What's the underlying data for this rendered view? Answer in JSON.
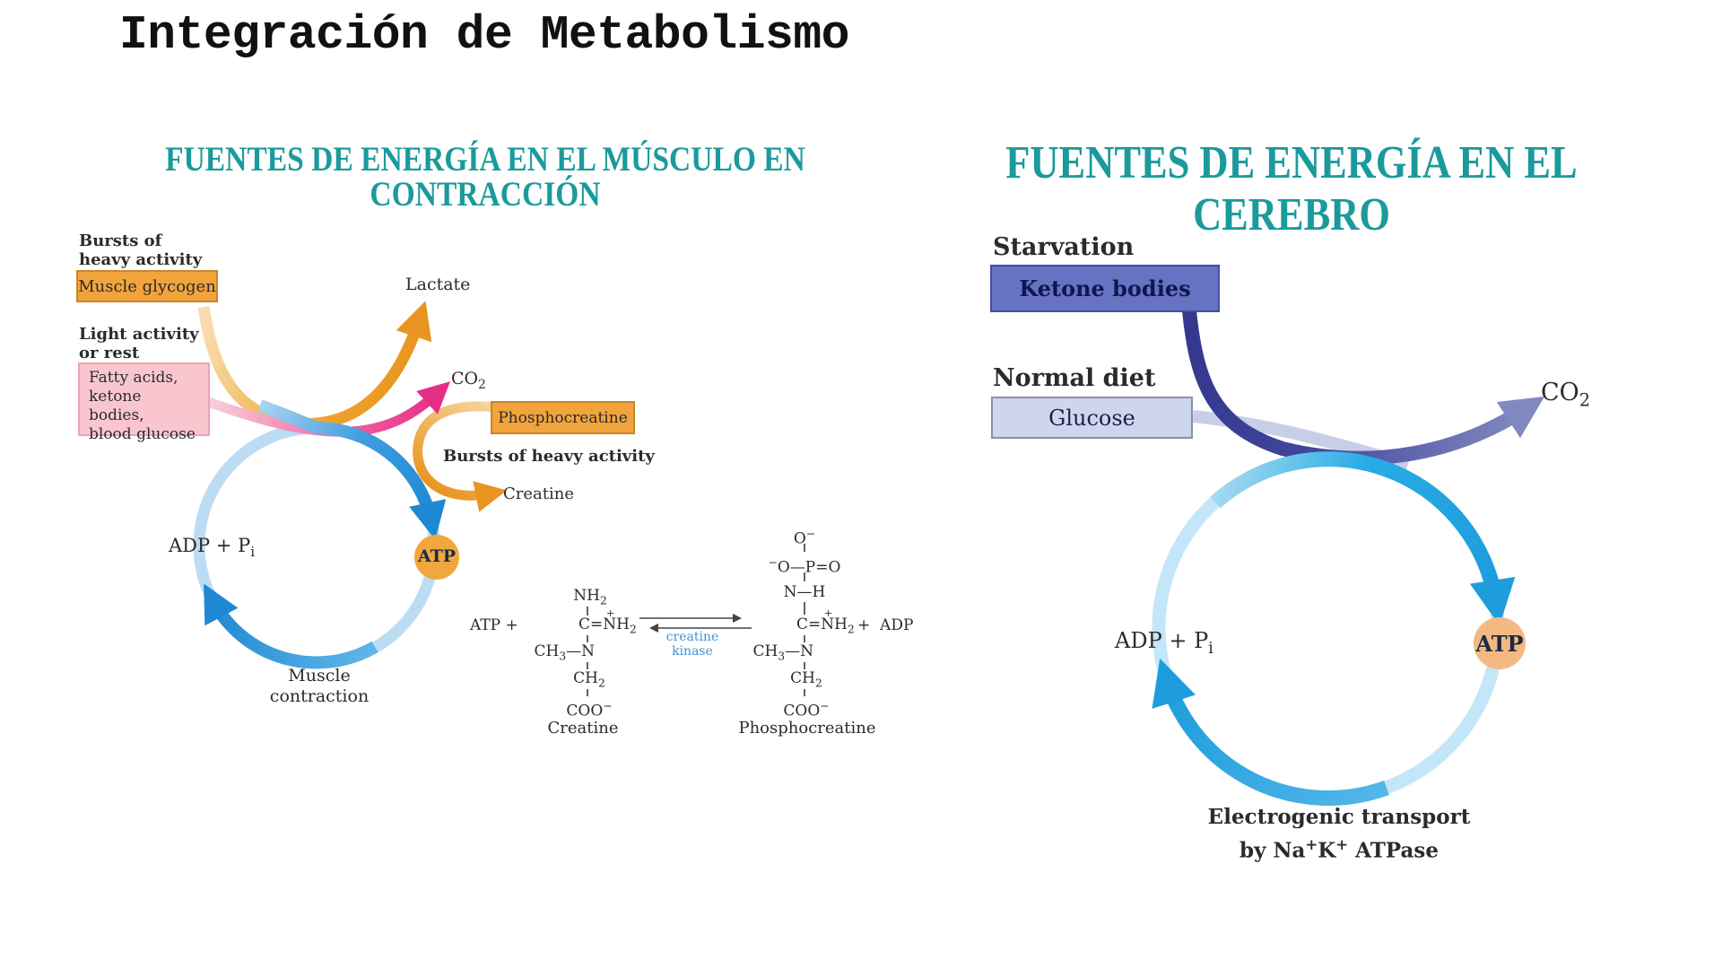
{
  "slide": {
    "title": "Integración de Metabolismo"
  },
  "colors": {
    "title_teal": "#1b9a9c",
    "orange_box_fill": "#f2a43c",
    "orange_box_border": "#c9862b",
    "pink_box_fill": "#f9c6d0",
    "orange_arrow": "#e8951f",
    "pink_arrow": "#e62e87",
    "blue_arrow": "#1e88d2",
    "blue_ring_light": "#bcdcf4",
    "purple_arrow_dark": "#34388f",
    "purple_arrow_light": "#8289c0",
    "lavender_band": "#c9cee8",
    "cyan_arrow": "#29ace4",
    "cyan_ring_light": "#c3e7f9",
    "ketone_box_fill": "#6672c2",
    "glucose_box_fill": "#ced6ef",
    "atp_disc_muscle": "#f1a73d",
    "atp_disc_brain": "#f4b982"
  },
  "muscle": {
    "title1": "FUENTES DE ENERGÍA EN EL MÚSCULO EN",
    "title2": "CONTRACCIÓN",
    "bursts_heavy": "Bursts of<br>heavy activity",
    "muscle_glycogen": "Muscle glycogen",
    "light_activity": "Light activity<br>or rest",
    "fatty_acids": "Fatty acids,<br>ketone bodies,<br>blood glucose",
    "lactate": "Lactate",
    "co2": "CO<sub>2</sub>",
    "phosphocreatine": "Phosphocreatine",
    "bursts_heavy2": "Bursts of heavy activity",
    "creatine": "Creatine",
    "adp_pi": "ADP + P<sub>i</sub>",
    "atp": "ATP",
    "muscle_contraction": "Muscle<br>contraction"
  },
  "reaction": {
    "atp_plus": "ATP +",
    "plus": "+",
    "creatine": {
      "nh2": "NH<sub>2</sub>",
      "c_nh2": "C=NH<sub>2</sub>",
      "ch3_n": "CH<sub>3</sub>—N",
      "ch2": "CH<sub>2</sub>",
      "coo": "COO<sup>−</sup>",
      "label": "Creatine"
    },
    "kinase": "creatine<br>kinase",
    "phosphocreatine": {
      "o": "O<sup>−</sup>",
      "po": "<sup>−</sup>O—P=O",
      "nh": "N—H",
      "c_nh2": "C=NH<sub>2</sub>",
      "ch3_n": "CH<sub>3</sub>—N",
      "ch2": "CH<sub>2</sub>",
      "coo": "COO<sup>−</sup>",
      "label": "Phosphocreatine"
    },
    "plus_adp": "+&nbsp;&nbsp;ADP"
  },
  "brain": {
    "title1": "FUENTES DE ENERGÍA EN EL",
    "title2": "CEREBRO",
    "starvation": "Starvation",
    "ketone_bodies": "Ketone bodies",
    "normal_diet": "Normal diet",
    "glucose": "Glucose",
    "co2": "CO<sub>2</sub>",
    "adp_pi": "ADP + P<sub>i</sub>",
    "atp": "ATP",
    "transport": "Electrogenic transport<br>by Na<sup>+</sup>K<sup>+</sup> ATPase"
  }
}
